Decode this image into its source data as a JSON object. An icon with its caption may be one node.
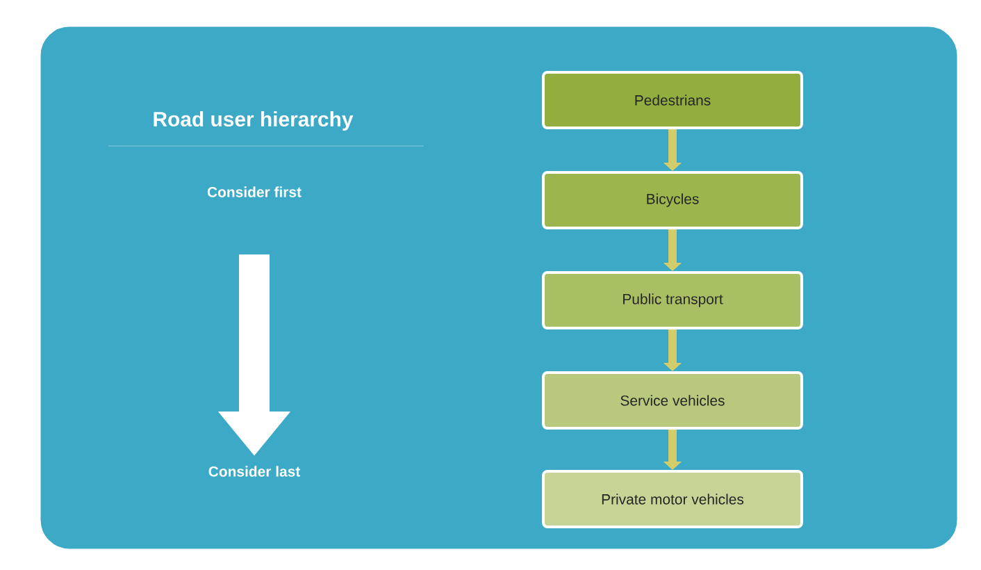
{
  "diagram": {
    "title": "Road user hierarchy",
    "nodes": [
      {
        "text": [
          "Pedestrians"
        ]
      },
      {
        "text": [
          "Bicycles"
        ]
      },
      {
        "text": [
          "Public transport"
        ]
      },
      {
        "text": [
          "Service vehicles"
        ]
      },
      {
        "text": [
          "Private motor vehicles"
        ]
      },
      {
        "text": [
          "Consider first"
        ]
      },
      {
        "text": [
          "Consider last"
        ]
      }
    ],
    "edges": [
      {
        "from": 0,
        "to": 1,
        "arrow": "to"
      },
      {
        "from": 1,
        "to": 2,
        "arrow": "to"
      },
      {
        "from": 2,
        "to": 3,
        "arrow": "to"
      },
      {
        "from": 3,
        "to": 4,
        "arrow": "to"
      },
      {
        "from": 5,
        "to": 6,
        "arrow": "to",
        "style": "thick",
        "color": "#ffffff"
      }
    ]
  }
}
